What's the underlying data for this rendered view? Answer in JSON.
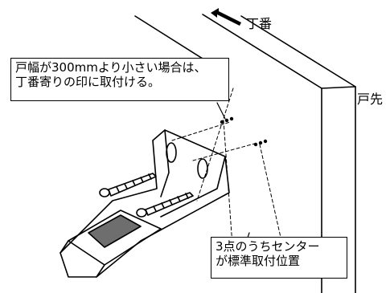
{
  "labels": {
    "hinge": "丁番",
    "door_edge": "戸先"
  },
  "callout_top": {
    "line1": "戸幅が300mmより小さい場合は、",
    "line2": "丁番寄りの印に取付ける。"
  },
  "callout_bottom": {
    "line1": "3点のうちセンター",
    "line2": "が標準取付位置"
  },
  "colors": {
    "line": "#000000",
    "dark_fill": "#6e6e6e",
    "background": "#ffffff"
  }
}
